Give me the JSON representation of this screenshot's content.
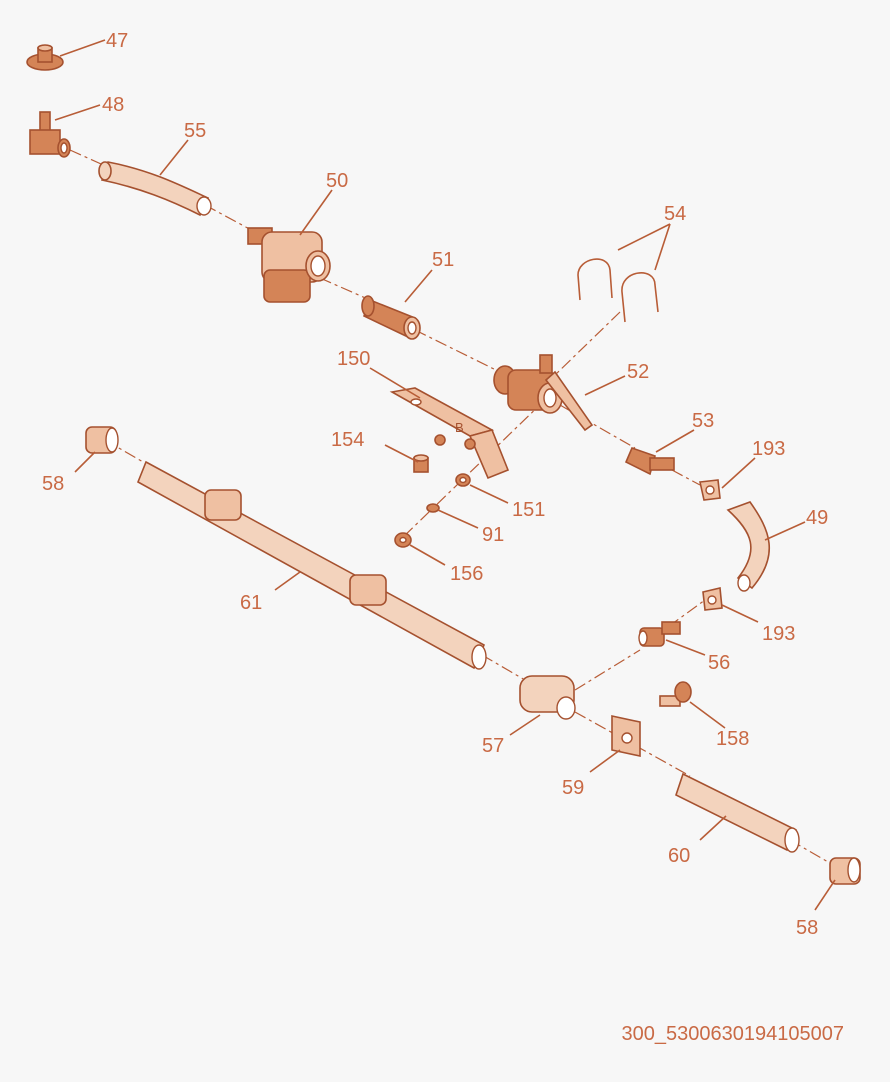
{
  "diagram": {
    "callouts": {
      "c47": "47",
      "c48": "48",
      "c55": "55",
      "c50": "50",
      "c51": "51",
      "c54": "54",
      "c150": "150",
      "c52": "52",
      "c154": "154",
      "c53": "53",
      "c193a": "193",
      "c58a": "58",
      "c151": "151",
      "c49": "49",
      "c91": "91",
      "c156": "156",
      "c61": "61",
      "c193b": "193",
      "c56": "56",
      "c158": "158",
      "c57": "57",
      "c59": "59",
      "c60": "60",
      "c58b": "58"
    },
    "part_marking": "B",
    "drawing_code": "300_5300630194105007",
    "colors": {
      "line": "#a5512f",
      "fill": "#d48457",
      "label": "#c96a45",
      "background": "#f7f7f7"
    }
  }
}
